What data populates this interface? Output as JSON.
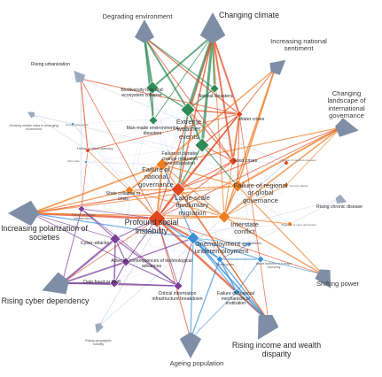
{
  "drivers": {
    "degrading_environment": "Degrading environment",
    "changing_climate": "Changing climate",
    "rising_national_sentiment": "Increasing national sentiment",
    "changing_governance": "Changing landscape of international governance",
    "rising_chronic_disease": "Rising chronic disease",
    "shifting_power": "Shifting power",
    "rising_income_disparity": "Rising income and wealth disparity",
    "ageing_population": "Ageing population",
    "rising_geographic_mobility": "Rising geographic mobility",
    "rising_cyber_dependency": "Rising cyber dependency",
    "increasing_polarization": "Increasing polarization of societies",
    "growing_middle_class": "Growing middle class in emerging economies",
    "rising_urbanization": "Rising urbanization"
  },
  "risks": {
    "biodiversity_loss": "Biodiversity loss and ecosystem collapse",
    "natural_disasters": "Natural disasters",
    "man_made_disasters": "Man-made environmental disasters",
    "extreme_weather": "Extreme weather events",
    "water_crises": "Water crises",
    "climate_adaptation_failure": "Failure of climate-change mitigation and adaptation",
    "food_crises": "Food crises",
    "infectious_diseases": "Spread of infectious diseases",
    "national_governance_failure": "Failure of national governance",
    "regional_governance_failure": "Failure of regional or global governance",
    "state_collapse": "State collapse or crisis",
    "terrorist_attacks": "Terrorist attacks",
    "involuntary_migration": "Large-scale involuntary migration",
    "interstate_conflict": "Interstate conflict",
    "weapons_destruction": "Weapons of mass destruction",
    "urban_planning_failure": "Failure of urban planning",
    "energy_price_shock": "Energy price shock",
    "illicit_trade": "Illicit trade",
    "critical_infrastructure_failure": "Failure of critical infrastructure",
    "cyber_attacks": "Cyber-attacks",
    "social_instability": "Profound social instability",
    "unemployment": "Unemployment or underemployment",
    "adverse_tech": "Adverse consequences of technological advances",
    "deflation": "Deflation",
    "fiscal_crises": "Fiscal crises",
    "asset_bubbles": "Asset bubbles in a major economy",
    "data_fraud": "Data fraud or theft",
    "info_infrastructure_breakdown": "Critical information infrastructure breakdown",
    "financial_mechanism_failure": "Failure of financial mechanism or institution"
  },
  "colors": {
    "environmental": "#2e8b57",
    "geopolitical": "#ef7d22",
    "societal": "#e2471f",
    "technological": "#7b3f98",
    "economic": "#3a8fd6",
    "driver": "#9eabbf",
    "driver_dark": "#7f8ea6",
    "weak_link": "#b9c6e0"
  }
}
